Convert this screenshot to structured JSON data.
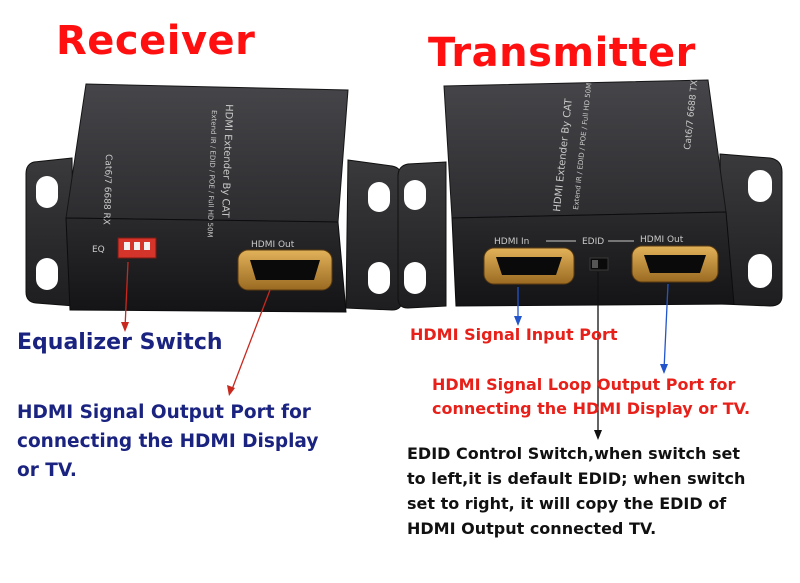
{
  "titles": {
    "receiver": "Receiver",
    "transmitter": "Transmitter"
  },
  "device_print": {
    "receiver": {
      "name": "HDMI Extender By CAT",
      "features": "Extend IR / EDID / POE / Full HD 50M",
      "model": "Cat6/7 6688 RX",
      "eq": "EQ",
      "hdmi_out": "HDMI Out"
    },
    "transmitter": {
      "name": "HDMI Extender By CAT",
      "features": "Extend IR / EDID / POE / Full HD 50M",
      "model": "Cat6/7 6688 TX",
      "hdmi_in": "HDMI In",
      "edid": "EDID",
      "hdmi_out": "HDMI Out"
    }
  },
  "annotations": {
    "equalizer": "Equalizer Switch",
    "rx_output": [
      "HDMI Signal Output Port for",
      "connecting the HDMI Display",
      "or TV."
    ],
    "tx_input": "HDMI Signal Input Port",
    "tx_loop": [
      "HDMI Signal Loop Output Port for",
      "connecting the HDMI Display or TV."
    ],
    "edid": [
      "EDID Control Switch,when switch set",
      "to left,it is default EDID; when switch",
      "set to right, it will copy the EDID of",
      "HDMI Output connected TV."
    ]
  },
  "colors": {
    "title_red": "#ff1010",
    "navy_text": "#1a2380",
    "callout_red": "#e8201a",
    "edid_text": "#111111",
    "arrow_red": "#c8281e",
    "arrow_blue": "#2255cc",
    "arrow_black": "#111111",
    "device_body": "#2a2a2c",
    "device_top": "#3a3a3d",
    "hdmi_gold": "#c8943a",
    "dip_switch": "#d4342a"
  }
}
